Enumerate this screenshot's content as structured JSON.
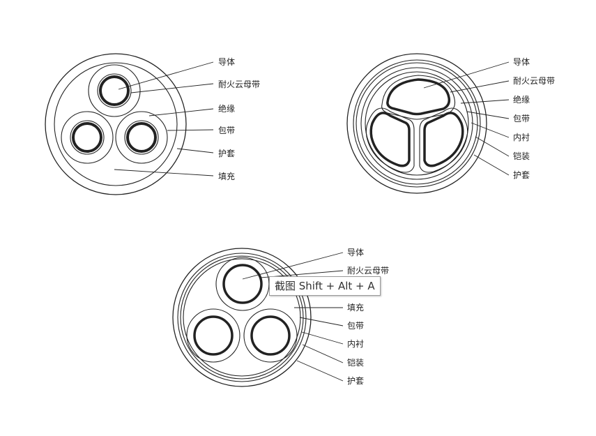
{
  "diagrams": [
    {
      "labels": [
        "导体",
        "耐火云母带",
        "绝缘",
        "包带",
        "护套",
        "填充"
      ]
    },
    {
      "labels": [
        "导体",
        "耐火云母带",
        "绝缘",
        "包带",
        "内衬",
        "铠装",
        "护套"
      ]
    },
    {
      "labels": [
        "导体",
        "耐火云母带",
        "填充",
        "包带",
        "内衬",
        "铠装",
        "护套"
      ]
    }
  ],
  "tooltip": {
    "text": "截图 Shift + Alt + A"
  },
  "colors": {
    "stroke": "#222222",
    "background": "#ffffff"
  }
}
